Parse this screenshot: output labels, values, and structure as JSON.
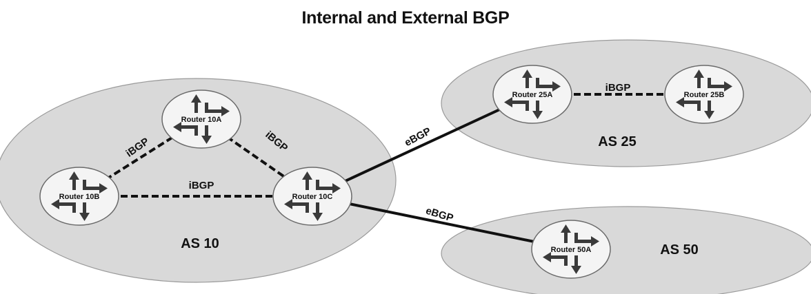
{
  "title": "Internal and External BGP",
  "colors": {
    "as_fill": "#d9d9d9",
    "as_stroke": "#9a9a9a",
    "router_fill": "#f4f4f4",
    "router_stroke": "#6a6a6a",
    "arrow": "#3a3a3a",
    "link": "#111111"
  },
  "autonomous_systems": [
    {
      "id": "as10",
      "label": "AS 10"
    },
    {
      "id": "as25",
      "label": "AS 25"
    },
    {
      "id": "as50",
      "label": "AS 50"
    }
  ],
  "routers": [
    {
      "id": "r10a",
      "label": "Router 10A",
      "icon": "router-icon"
    },
    {
      "id": "r10b",
      "label": "Router 10B",
      "icon": "router-icon"
    },
    {
      "id": "r10c",
      "label": "Router 10C",
      "icon": "router-icon"
    },
    {
      "id": "r25a",
      "label": "Router 25A",
      "icon": "router-icon"
    },
    {
      "id": "r25b",
      "label": "Router 25B",
      "icon": "router-icon"
    },
    {
      "id": "r50a",
      "label": "Router 50A",
      "icon": "router-icon"
    }
  ],
  "links": [
    {
      "id": "l1",
      "from": "r10b",
      "to": "r10a",
      "type": "iBGP",
      "label": "iBGP",
      "style": "dashed"
    },
    {
      "id": "l2",
      "from": "r10a",
      "to": "r10c",
      "type": "iBGP",
      "label": "iBGP",
      "style": "dashed"
    },
    {
      "id": "l3",
      "from": "r10b",
      "to": "r10c",
      "type": "iBGP",
      "label": "iBGP",
      "style": "dashed"
    },
    {
      "id": "l4",
      "from": "r25a",
      "to": "r25b",
      "type": "iBGP",
      "label": "iBGP",
      "style": "dashed"
    },
    {
      "id": "l5",
      "from": "r10c",
      "to": "r25a",
      "type": "eBGP",
      "label": "eBGP",
      "style": "solid"
    },
    {
      "id": "l6",
      "from": "r10c",
      "to": "r50a",
      "type": "eBGP",
      "label": "eBGP",
      "style": "solid"
    }
  ]
}
